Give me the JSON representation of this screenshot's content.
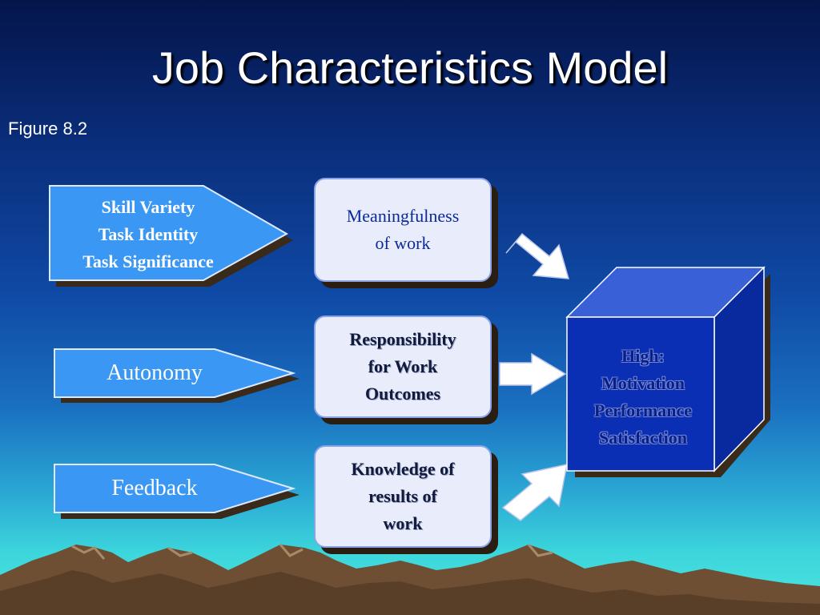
{
  "slide": {
    "title": "Job Characteristics Model",
    "figure_label": "Figure 8.2"
  },
  "inputs": [
    {
      "lines": [
        "Skill Variety",
        "Task Identity",
        "Task Significance"
      ]
    },
    {
      "lines": [
        "Autonomy"
      ]
    },
    {
      "lines": [
        "Feedback"
      ]
    }
  ],
  "states": [
    {
      "lines": [
        "Meaningfulness",
        "of  work"
      ]
    },
    {
      "lines": [
        "Responsibility",
        "for Work",
        "Outcomes"
      ]
    },
    {
      "lines": [
        "Knowledge of",
        "results of",
        "work"
      ]
    }
  ],
  "outcome": {
    "lines": [
      "High:",
      "Motivation",
      "Performance",
      "Satisfaction"
    ]
  },
  "colors": {
    "input_fill": "#3a98f4",
    "box_fill": "#e8ecfb",
    "cube_front": "#0a2fb4",
    "cube_top": "#3a60d8",
    "cube_side": "#082a9e",
    "arrow_fill": "#ffffff",
    "mountain": "#7a5a3a"
  }
}
